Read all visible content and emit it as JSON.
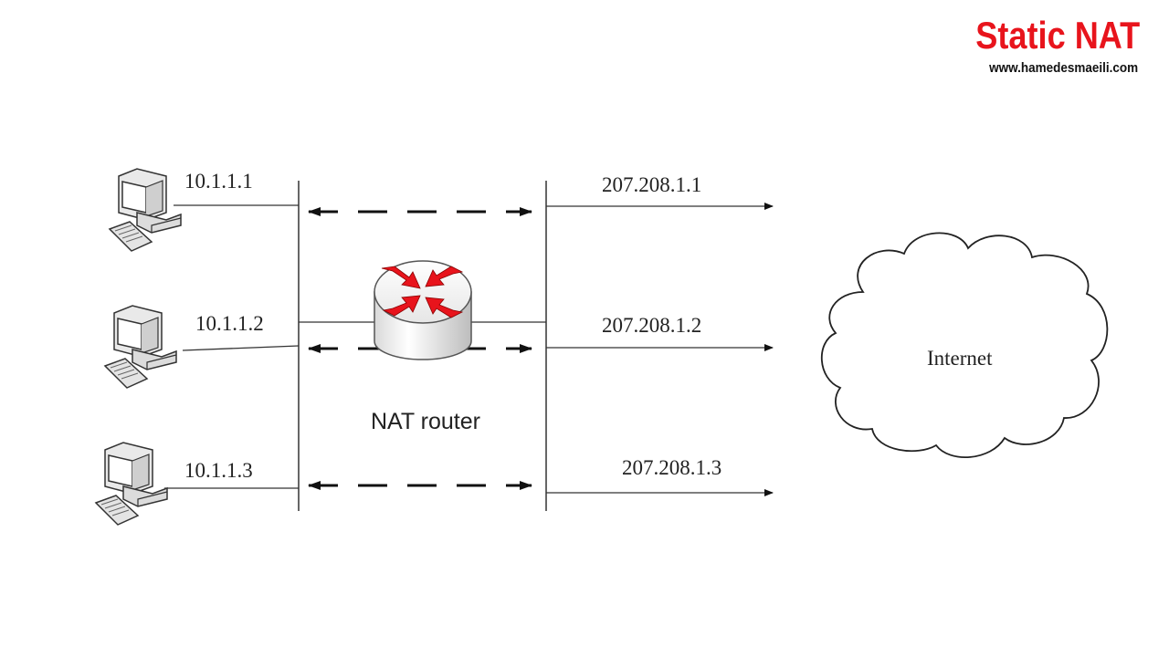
{
  "title": "Static NAT",
  "website": "www.hamedesmaeili.com",
  "diagram": {
    "hosts": [
      {
        "ip": "10.1.1.1",
        "icon": "computer-icon"
      },
      {
        "ip": "10.1.1.2",
        "icon": "computer-icon"
      },
      {
        "ip": "10.1.1.3",
        "icon": "computer-icon"
      }
    ],
    "router": {
      "label": "NAT router",
      "icon": "router-icon"
    },
    "public_addresses": [
      "207.208.1.1",
      "207.208.1.2",
      "207.208.1.3"
    ],
    "cloud": {
      "label": "Internet",
      "icon": "cloud-icon"
    },
    "colors": {
      "brand": "#e8141c",
      "router_arrows": "#e8141c",
      "lines": "#333333"
    }
  }
}
